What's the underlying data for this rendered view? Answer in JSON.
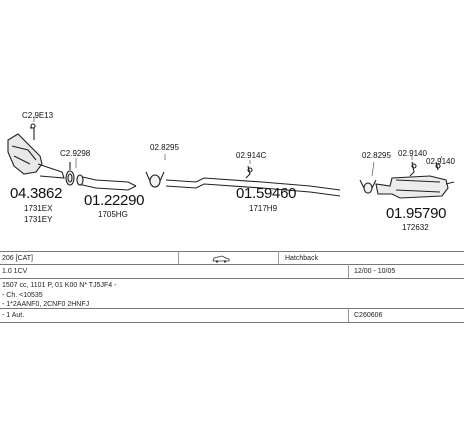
{
  "parts": [
    {
      "id": "C2.9E13",
      "number": null,
      "codes": []
    },
    {
      "id": "C2.9298",
      "number": null,
      "codes": []
    },
    {
      "id": "02.8295-a",
      "label": "02.8295"
    },
    {
      "id": "02.914C",
      "label": "02.914C"
    },
    {
      "id": "02.8295-b",
      "label": "02.8295"
    },
    {
      "id": "02.9140-a",
      "label": "02.9140"
    },
    {
      "id": "02.9140-b",
      "label": "02.9140"
    }
  ],
  "labels": {
    "c29e13": "C2.9E13",
    "c29298": "C2.9298",
    "l028295a": "02.8295",
    "l02914c": "02.914C",
    "l028295b": "02.8295",
    "l029140a": "02.9140",
    "l029140b": "02.9140",
    "p1_number": "04.3862",
    "p1_code1": "1731EX",
    "p1_code2": "1731EY",
    "p2_number": "01.22290",
    "p2_code": "1705HG",
    "p3_number": "01.59460",
    "p3_code": "1717H9",
    "p4_number": "01.95790",
    "p4_code": "172632"
  },
  "info": {
    "model": "206 [CAT]",
    "body": "Hatchback",
    "engine": "1.0 1CV",
    "years": "12/00 - 10/05",
    "line3": "1507 cc, 1101 P, 01 K00 N* TJ5JF4 -",
    "line4": "- Ch. <10535",
    "line5": "- 1*2AANF0, 2CNF0 2HNFJ",
    "trans": "- 1 Aut.",
    "code": "C260606"
  },
  "icons": {
    "car": "car-icon"
  }
}
